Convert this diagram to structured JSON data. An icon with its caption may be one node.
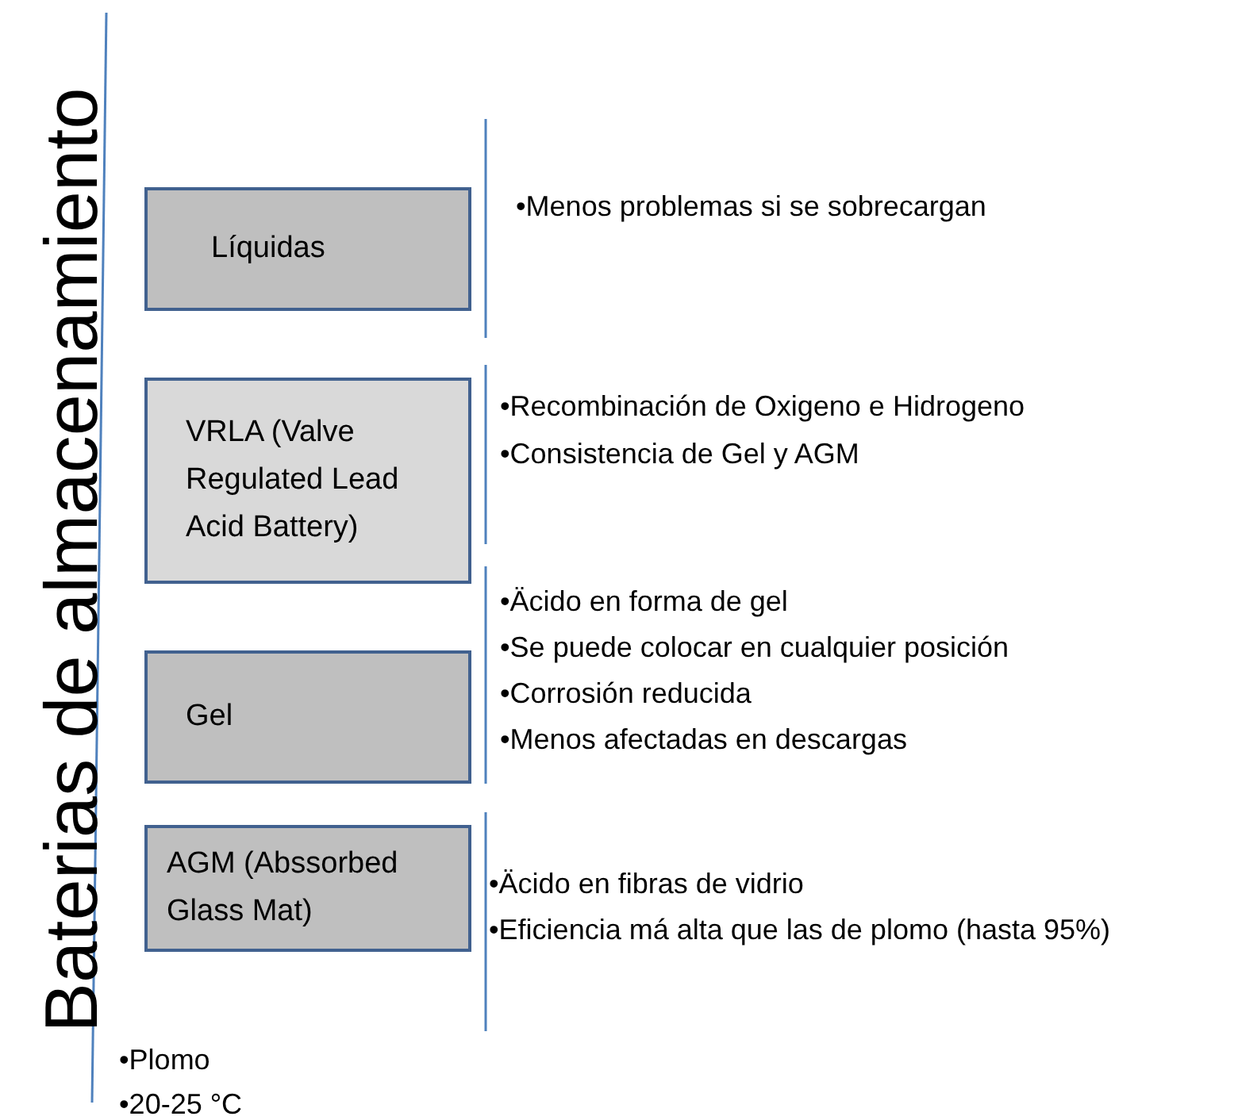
{
  "diagram": {
    "title": "Baterias de almacenamiento",
    "nodes": [
      {
        "text": [
          "Líquidas"
        ],
        "beside": [
          "•Menos problemas si se sobrecargan"
        ]
      },
      {
        "text": [
          "VRLA (Valve Regulated Lead Acid Battery)"
        ],
        "beside": [
          "•Recombinación de Oxigeno e Hidrogeno",
          "•Consistencia de Gel y AGM"
        ]
      },
      {
        "text": [
          "Gel"
        ],
        "beside": [
          "•Äcido en forma de gel",
          "•Se puede colocar en cualquier posición",
          "•Corrosión reducida",
          "•Menos afectadas en descargas"
        ]
      },
      {
        "text": [
          "AGM (Abssorbed Glass Mat)"
        ],
        "beside": [
          "•Äcido en fibras de vidrio",
          "•Eficiencia má alta que las de plomo (hasta 95%)"
        ]
      }
    ],
    "labels": [
      "•Plomo",
      "•20-25 °C"
    ]
  }
}
